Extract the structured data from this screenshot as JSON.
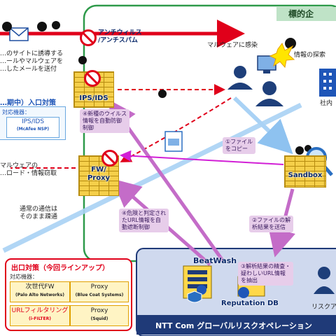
{
  "header": {
    "title": "標的企"
  },
  "top": {
    "lure_text": [
      "…のサイトに誘導する",
      "…ールやマルウェアを",
      "…したメールを送付"
    ],
    "antivirus_label": [
      "アンチウィルス",
      "/アンチスパム"
    ],
    "infection_label": "マルウェアに感染",
    "exfil_label": "情報の探索",
    "internal_label": "社内"
  },
  "ips": {
    "label": "IPS/IDS",
    "entry_title": "…期中）入口対策",
    "devices_title": "対応機器：",
    "device_name": "IPS/IDS",
    "device_vendor": "(McAfee NSP)"
  },
  "fw": {
    "label": "FW/ Proxy",
    "malware_text": [
      "マルウェアの",
      "…ロード・情報窃取"
    ],
    "normal_text": [
      "通常の通信は",
      "そのまま疎通"
    ]
  },
  "steps": {
    "s1": [
      "①ファイル",
      "をコピー"
    ],
    "s2": [
      "②ファイルの解",
      "析結果を送信"
    ],
    "s3": [
      "③解析結果の精査・",
      "疑わしいURL情報",
      "を抽出"
    ],
    "s4": [
      "④危険と判定され",
      "たURL情報を自",
      "動遮断制御"
    ],
    "s4b": [
      "④新種のウイルス",
      "情報を自動防御",
      "制御"
    ]
  },
  "sandbox": {
    "label": "Sandbox"
  },
  "soc": {
    "beatwash": "BeatWash",
    "reputation": "Reputation DB",
    "risk_label": "リスクア",
    "footer": "NTT Com グローバルリスクオペレーション"
  },
  "exit": {
    "title": "出口対策（今回ラインアップ）",
    "devices_title": "対応機器：",
    "items": [
      {
        "name": "次世代FW",
        "vendor": "(Palo Alto Networks)"
      },
      {
        "name": "Proxy",
        "vendor": "(Blue Coat Systems)"
      },
      {
        "name": "URLフィルタリング",
        "vendor": "(i-FILTER)"
      },
      {
        "name": "Proxy",
        "vendor": "(Squid)"
      }
    ]
  },
  "colors": {
    "red": "#e0001a",
    "pink_arrow": "#c46cc8",
    "light_blue": "#a9d2f5",
    "green_border": "#2e9a4a",
    "navy": "#1f3a78"
  },
  "icons": [
    "envelope-icon",
    "virus-icon",
    "user-icon",
    "computer-icon",
    "building-icon",
    "document-icon",
    "magnifier-icon",
    "server-icon",
    "shield-icon",
    "no-entry-icon"
  ]
}
